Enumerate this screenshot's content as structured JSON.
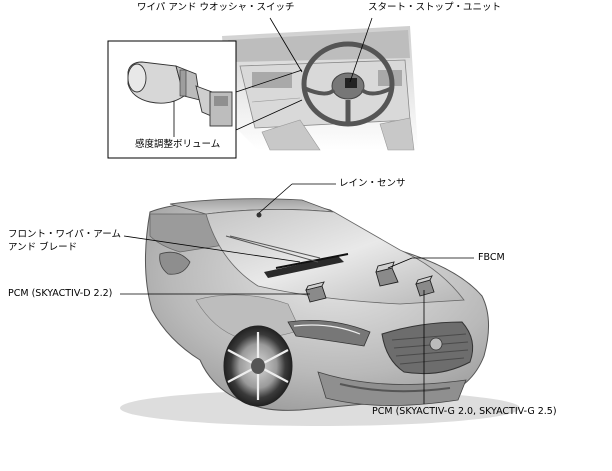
{
  "labels": {
    "wiper_washer_switch": "ワイパ アンド ウオッシャ・スイッチ",
    "start_stop_unit": "スタート・ストップ・ユニット",
    "sensitivity_volume": "感度調整ボリューム",
    "rain_sensor": "レイン・センサ",
    "front_wiper_line1": "フロント・ワイパ・アーム",
    "front_wiper_line2": "アンド ブレード",
    "fbcm": "FBCM",
    "pcm_diesel": "PCM (SKYACTIV-D 2.2)",
    "pcm_gasoline": "PCM (SKYACTIV-G 2.0, SKYACTIV-G 2.5)"
  }
}
